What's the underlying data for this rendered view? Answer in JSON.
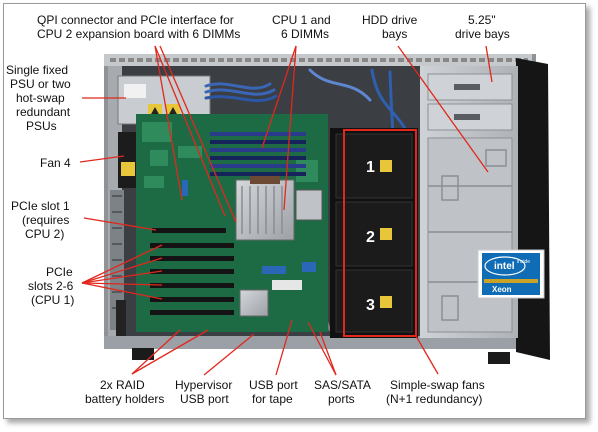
{
  "labels": {
    "qpi_l1": "QPI connector and PCIe interface for",
    "qpi_l2": "CPU 2 expansion board with 6 DIMMs",
    "cpu1_l1": "CPU 1 and",
    "cpu1_l2": "6 DIMMs",
    "hdd_l1": "HDD drive",
    "hdd_l2": "bays",
    "bay525_l1": "5.25\"",
    "bay525_l2": "drive  bays",
    "psu_l1": "Single fixed",
    "psu_l2": "PSU or two",
    "psu_l3": "hot-swap",
    "psu_l4": "redundant",
    "psu_l5": "PSUs",
    "fan4": "Fan 4",
    "pcie1_l1": "PCIe slot 1",
    "pcie1_l2": "(requires",
    "pcie1_l3": "CPU 2)",
    "pcie26_l1": "PCIe",
    "pcie26_l2": "slots 2-6",
    "pcie26_l3": "(CPU 1)",
    "raid_l1": "2x RAID",
    "raid_l2": "battery holders",
    "hyp_l1": "Hypervisor",
    "hyp_l2": "USB port",
    "usb_l1": "USB port",
    "usb_l2": "for tape",
    "sas_l1": "SAS/SATA",
    "sas_l2": "ports",
    "fans_l1": "Simple-swap fans",
    "fans_l2": "(N+1 redundancy)"
  },
  "fans": [
    "1",
    "2",
    "3"
  ],
  "logo": {
    "brand": "intel",
    "tag": "inside",
    "product": "Xeon"
  },
  "colors": {
    "callout_line": "#e0281e",
    "fan_box": "#e0281e",
    "chassis": "#b9bcc0",
    "board": "#1c6b45",
    "intel_blue": "#0f6cb5"
  }
}
